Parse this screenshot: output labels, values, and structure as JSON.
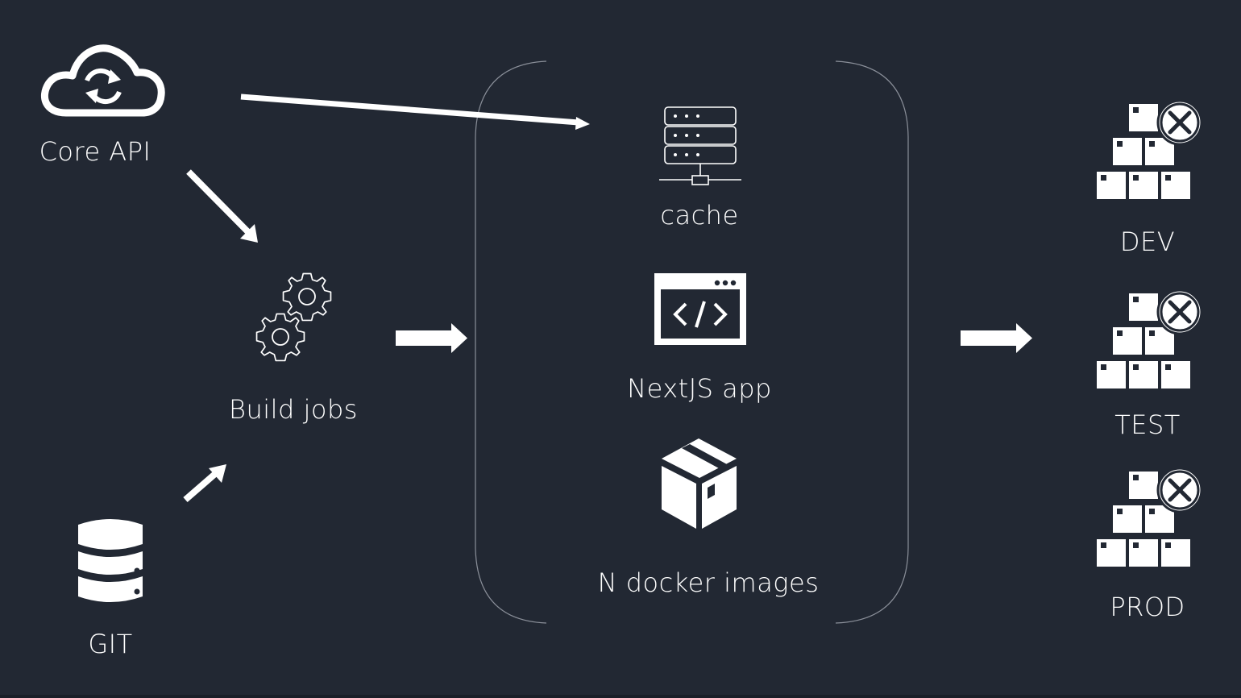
{
  "nodes": {
    "core_api": "Core API",
    "git": "GIT",
    "build_jobs": "Build jobs",
    "cache": "cache",
    "nextjs_app": "NextJS app",
    "docker_images": "N docker images",
    "dev": "DEV",
    "test": "TEST",
    "prod": "PROD"
  },
  "icons": {
    "core_api": "cloud-sync-icon",
    "git": "database-icon",
    "build_jobs": "gears-icon",
    "cache": "server-icon",
    "nextjs_app": "code-window-icon",
    "docker_images": "box-icon",
    "environments": "boxes-stack-error-icon"
  },
  "colors": {
    "background": "#222833",
    "foreground": "#ffffff",
    "group_outline": "#8a8f99"
  }
}
